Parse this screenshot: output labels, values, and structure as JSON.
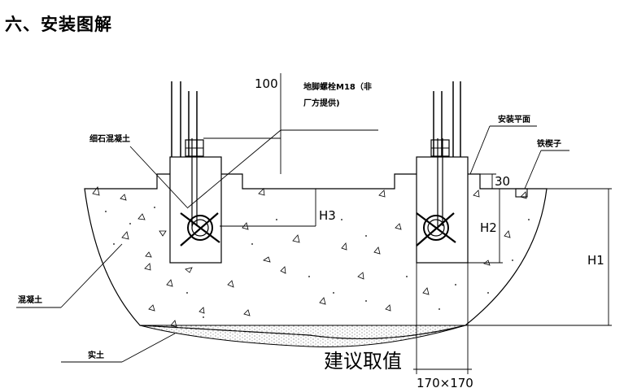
{
  "section_title": "六、安装图解",
  "labels": {
    "anchor_bolt": "地脚螺栓M18（非",
    "anchor_bolt_2": "厂方提供)",
    "fine_concrete": "细石混凝土",
    "install_plane": "安装平面",
    "iron_wedge": "铁楔子",
    "concrete": "混凝土",
    "compacted_soil": "实土",
    "recommended": "建议取值",
    "bottom_dim": "170×170"
  },
  "dimensions": {
    "d100": "100",
    "d30": "30",
    "h1": "H1",
    "h2": "H2",
    "h3": "H3"
  }
}
